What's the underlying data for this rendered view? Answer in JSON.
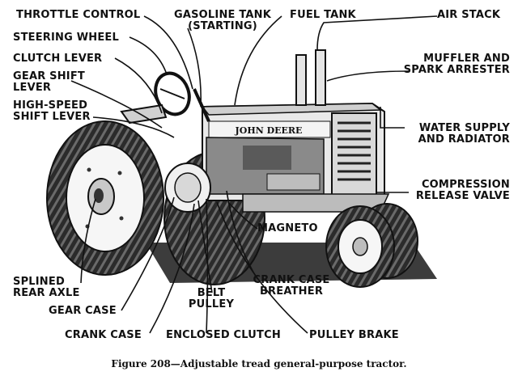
{
  "labels": {
    "throttle_control": "THROTTLE CONTROL",
    "gasoline_tank": "GASOLINE TANK",
    "gasoline_tank_note": "(STARTING)",
    "fuel_tank": "FUEL TANK",
    "air_stack": "AIR STACK",
    "steering_wheel": "STEERING WHEEL",
    "clutch_lever": "CLUTCH LEVER",
    "muffler_1": "MUFFLER AND",
    "muffler_2": "SPARK ARRESTER",
    "gear_shift_1": "GEAR SHIFT",
    "gear_shift_2": "LEVER",
    "high_speed_1": "HIGH-SPEED",
    "high_speed_2": "SHIFT LEVER",
    "water_supply_1": "WATER SUPPLY",
    "water_supply_2": "AND RADIATOR",
    "compression_1": "COMPRESSION",
    "compression_2": "RELEASE VALVE",
    "magneto": "MAGNETO",
    "splined_1": "SPLINED",
    "splined_2": "REAR AXLE",
    "crank_breather_1": "CRANK CASE",
    "crank_breather_2": "BREATHER",
    "belt_pulley_1": "BELT",
    "belt_pulley_2": "PULLEY",
    "gear_case": "GEAR CASE",
    "crank_case": "CRANK CASE",
    "enclosed_clutch": "ENCLOSED CLUTCH",
    "pulley_brake": "PULLEY BRAKE"
  },
  "hood_brand": "JOHN DEERE",
  "caption": "Figure 208—Adjustable tread general-purpose tractor."
}
